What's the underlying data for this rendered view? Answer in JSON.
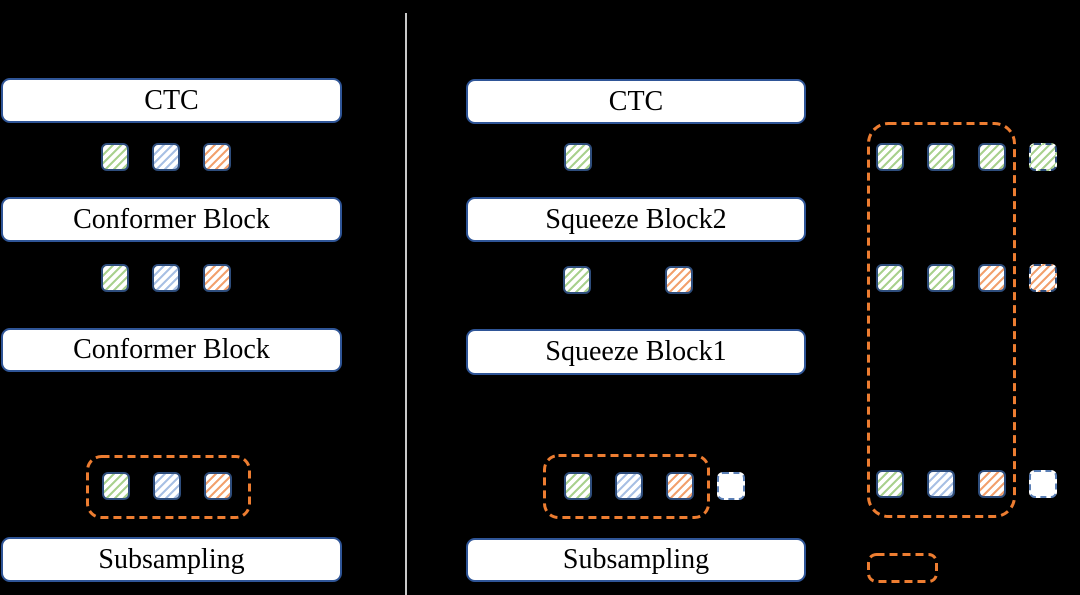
{
  "palette": {
    "background": "#000000",
    "divider_gray": "#c8c8c8",
    "box_fill": "#ffffff",
    "box_border": "#2f5597",
    "box_text": "#000000",
    "token_border": "#2e4d7c",
    "token_green": "#a9d18e",
    "token_blue": "#a8c0e4",
    "token_orange": "#f2a16e",
    "dashed_orange": "#ed7d31",
    "empty_token_border": "#5b7fb5"
  },
  "left_panel": {
    "blocks": {
      "ctc": "CTC",
      "conformer_top": "Conformer Block",
      "conformer_bottom": "Conformer Block",
      "subsampling": "Subsampling"
    },
    "token_rows": [
      [
        "green",
        "blue",
        "orange"
      ],
      [
        "green",
        "blue",
        "orange"
      ],
      [
        "green",
        "blue",
        "orange"
      ]
    ]
  },
  "middle_panel": {
    "blocks": {
      "ctc": "CTC",
      "squeeze2": "Squeeze Block2",
      "squeeze1": "Squeeze Block1",
      "subsampling": "Subsampling"
    },
    "token_rows": [
      [
        "green"
      ],
      [
        "green",
        "spacer",
        "orange"
      ],
      [
        "green",
        "blue",
        "orange",
        "empty-dashed"
      ]
    ]
  },
  "right_panel": {
    "token_rows": [
      [
        "green",
        "green",
        "green",
        "green-dashed"
      ],
      [
        "green",
        "green",
        "orange",
        "orange-dashed"
      ],
      [
        "green",
        "blue",
        "orange",
        "empty-dashed"
      ]
    ]
  }
}
